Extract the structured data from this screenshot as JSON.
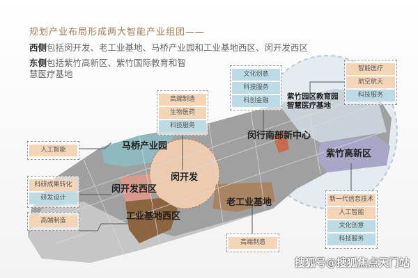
{
  "heading": "规划产业布局形成两大智能产业组团——",
  "west": {
    "label": "西侧",
    "text": "包括闵开发、老工业基地、马桥产业园和工业基地西区、闵开发西区"
  },
  "east": {
    "label": "东侧",
    "text": "包括紫竹高新区、紫竹国际教育和智慧医疗基地"
  },
  "regions": {
    "maqiao": "马桥产业园",
    "minkaifa": "闵开发",
    "minkaifa_west": "闵开发西区",
    "gongye_west": "工业基地西区",
    "lao_gongye": "老工业基地",
    "zizhu": "紫竹高新区",
    "south_center": "闵行南部新中心",
    "zizhu_edu_1": "紫竹园区教育园",
    "zizhu_edu_2": "智慧医疗基地"
  },
  "boxes": {
    "minkaifa": [
      "高端制造",
      "生物医药",
      "科技服务"
    ],
    "center": [
      "文化创意",
      "科技服务",
      "科创金融"
    ],
    "edu": [
      "智能医疗",
      "航空航天",
      "科技服务"
    ],
    "maqiao": [
      "人工智能"
    ],
    "west": [
      "科研成果转化",
      "研发设计"
    ],
    "gongye_west": [
      "高端制造"
    ],
    "lao_gongye": [
      "高端制造"
    ],
    "zizhu": [
      "新一代信息技术",
      "人工智能",
      "文化创意",
      "科技服务"
    ]
  },
  "watermark": "搜狐号@搜狐焦点天门站",
  "colors": {
    "orange": "#f5d5b8",
    "blue": "#bcdbe5",
    "map": "#9a9a9a"
  }
}
